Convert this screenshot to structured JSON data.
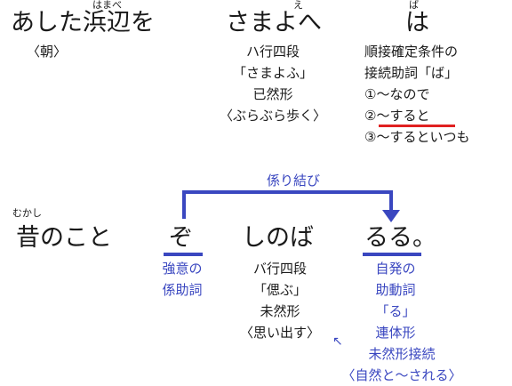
{
  "row1": {
    "word1": {
      "text": "あした浜辺を",
      "ruby": "はまべ"
    },
    "word1_note": "〈朝〉",
    "word2": {
      "text": "さまよへ",
      "ruby": "え"
    },
    "word2_notes": [
      "ハ行四段",
      "「さまよふ」",
      "已然形",
      "〈ぶらぶら歩く〉"
    ],
    "word3": {
      "text": "は",
      "ruby": "ば"
    },
    "word3_notes": [
      "順接確定条件の",
      "接続助詞「ば」",
      "①〜なので",
      "②〜すると",
      "③〜するといつも"
    ]
  },
  "row2": {
    "word1": {
      "text": "昔のこと",
      "ruby": "むかし"
    },
    "word2": {
      "text": "ぞ"
    },
    "word2_notes": [
      "強意の",
      "係助詞"
    ],
    "word3": {
      "text": "しのば"
    },
    "word3_notes": [
      "バ行四段",
      "「偲ぶ」",
      "未然形",
      "〈思い出す〉"
    ],
    "word4": {
      "text": "るる。"
    },
    "word4_notes": [
      "自発の",
      "助動詞",
      "「る」",
      "連体形"
    ],
    "connection_notes": [
      "未然形接続",
      "〈自然と〜される〉"
    ],
    "connection_arrow": "↖",
    "kakari_label": "係り結び"
  },
  "colors": {
    "text": "#1a1a1a",
    "accent_blue": "#3a47c0",
    "accent_red": "#e02020"
  }
}
